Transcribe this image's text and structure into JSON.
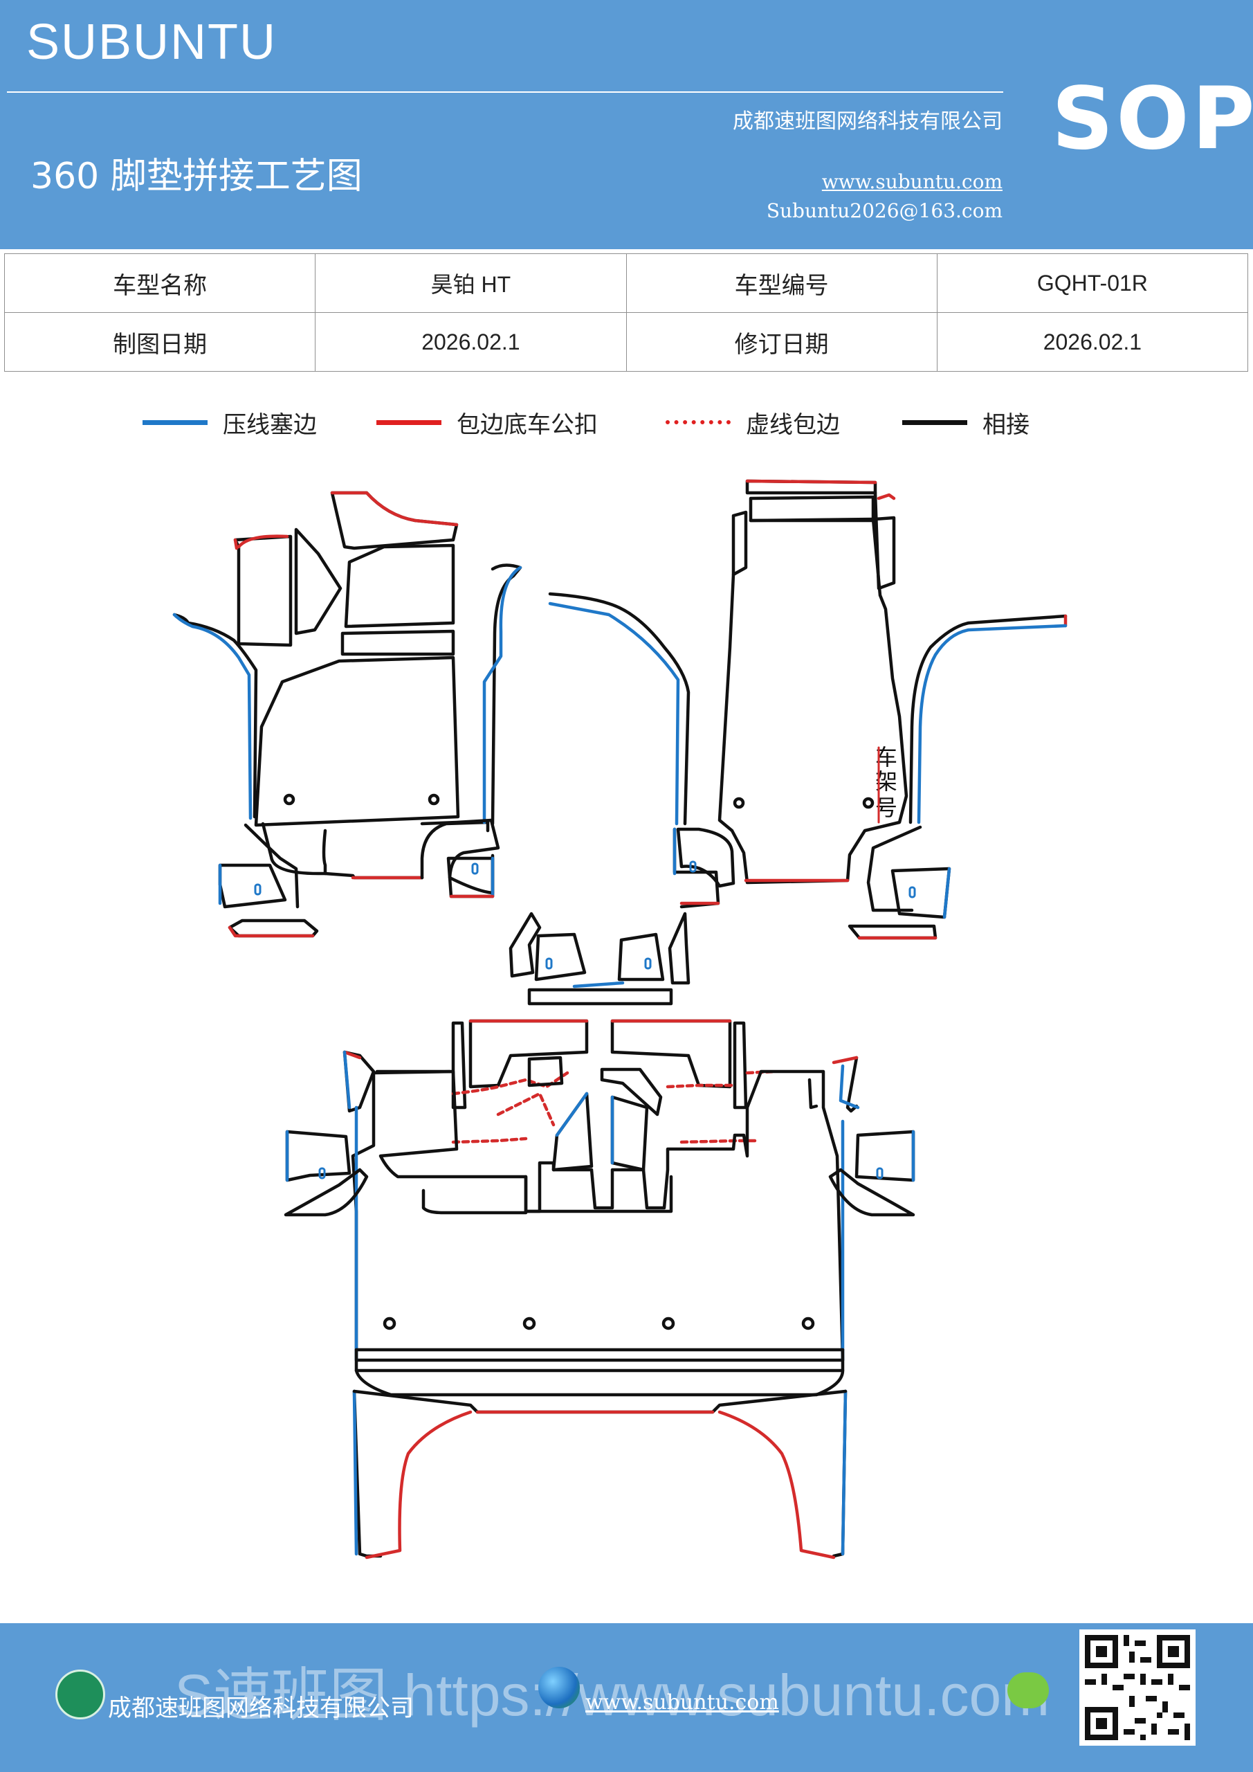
{
  "header": {
    "brand": "SUBUNTU",
    "title": "360 脚垫拼接工艺图",
    "company": "成都速班图网络科技有限公司",
    "website": "www.subuntu.com",
    "email": "Subuntu2026@163.com",
    "badge": "SOP"
  },
  "info_table": {
    "model_name_label": "车型名称",
    "model_name_value": "昊铂 HT",
    "model_code_label": "车型编号",
    "model_code_value": "GQHT-01R",
    "draw_date_label": "制图日期",
    "draw_date_value": "2026.02.1",
    "revise_date_label": "修订日期",
    "revise_date_value": "2026.02.1"
  },
  "legend": [
    {
      "label": "压线塞边",
      "color": "#1f78c8",
      "style": "solid"
    },
    {
      "label": "包边底车公扣",
      "color": "#e02020",
      "style": "solid"
    },
    {
      "label": "虚线包边",
      "color": "#e02020",
      "style": "dashed"
    },
    {
      "label": "相接",
      "color": "#111111",
      "style": "solid"
    }
  ],
  "diagram": {
    "annotation": "车架号",
    "line_colors": {
      "blue": "#1f78c8",
      "red": "#d42b2b",
      "black": "#111111"
    }
  },
  "footer": {
    "company": "成都速班图网络科技有限公司",
    "website": "www.subuntu.com",
    "watermark": "S速班图 https://www.subuntu.com"
  }
}
